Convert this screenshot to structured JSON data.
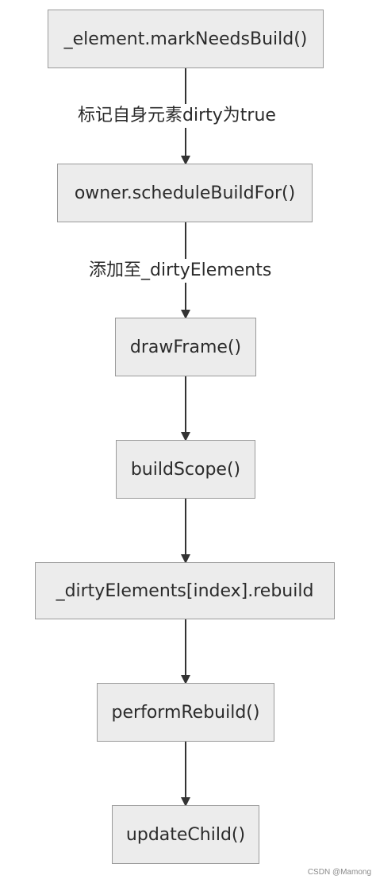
{
  "diagram": {
    "nodes": [
      {
        "id": "mark-needs-build",
        "label": "_element.markNeedsBuild()"
      },
      {
        "id": "schedule-build-for",
        "label": "owner.scheduleBuildFor()"
      },
      {
        "id": "draw-frame",
        "label": "drawFrame()"
      },
      {
        "id": "build-scope",
        "label": "buildScope()"
      },
      {
        "id": "dirty-elements-rebuild",
        "label": "_dirtyElements[index].rebuild"
      },
      {
        "id": "perform-rebuild",
        "label": "performRebuild()"
      },
      {
        "id": "update-child",
        "label": "updateChild()"
      }
    ],
    "edges": [
      {
        "from": "mark-needs-build",
        "to": "schedule-build-for",
        "label": "标记自身元素dirty为true"
      },
      {
        "from": "schedule-build-for",
        "to": "draw-frame",
        "label": "添加至_dirtyElements"
      },
      {
        "from": "draw-frame",
        "to": "build-scope",
        "label": ""
      },
      {
        "from": "build-scope",
        "to": "dirty-elements-rebuild",
        "label": ""
      },
      {
        "from": "dirty-elements-rebuild",
        "to": "perform-rebuild",
        "label": ""
      },
      {
        "from": "perform-rebuild",
        "to": "update-child",
        "label": ""
      }
    ]
  },
  "watermark": "CSDN @Mamong",
  "colors": {
    "node_fill": "#ececec",
    "node_border": "#9a9a9a",
    "edge": "#333333",
    "text": "#2b2b2b"
  }
}
